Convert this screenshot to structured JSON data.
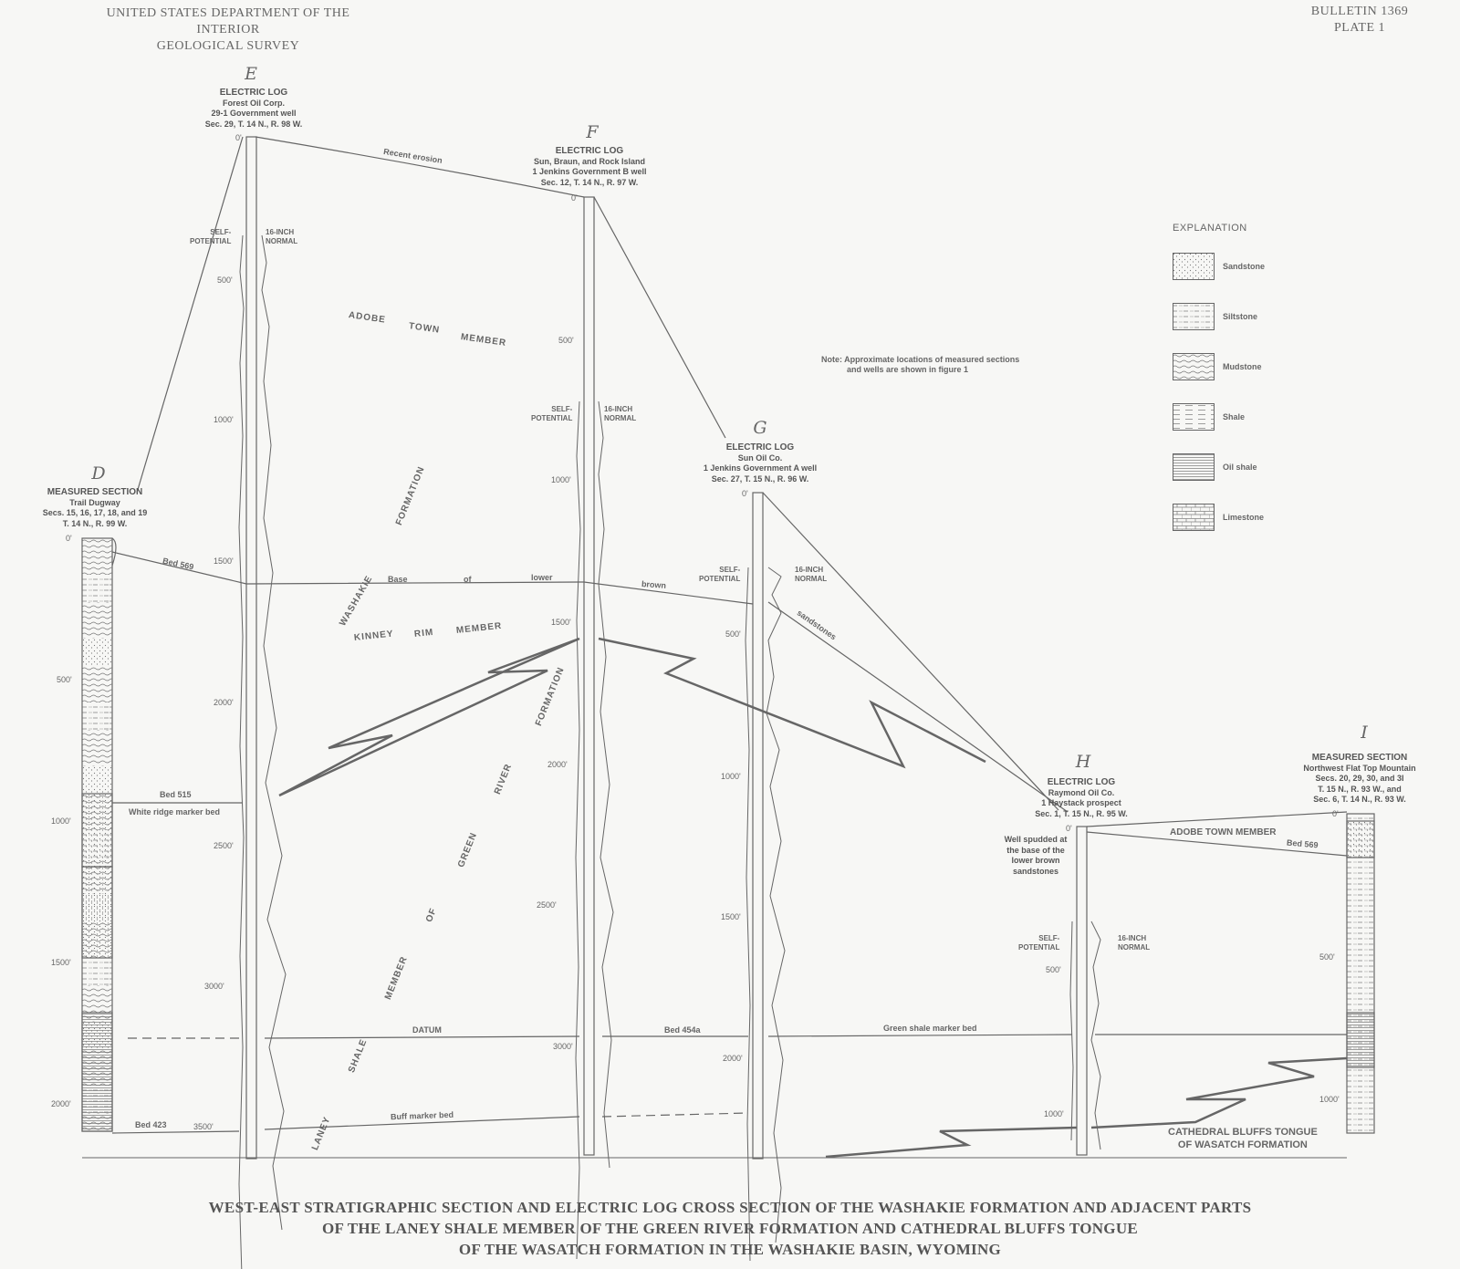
{
  "header": {
    "agency_line1": "UNITED STATES DEPARTMENT OF THE INTERIOR",
    "agency_line2": "GEOLOGICAL SURVEY",
    "bulletin": "BULLETIN 1369",
    "plate": "PLATE 1"
  },
  "wells": [
    {
      "id": "D",
      "type": "MEASURED SECTION",
      "name": "Trail Dugway",
      "loc1": "Secs. 15, 16, 17, 18, and 19",
      "loc2": "T. 14 N., R. 99 W.",
      "depths": [
        "0'",
        "500'",
        "1000'",
        "1500'",
        "2000'"
      ]
    },
    {
      "id": "E",
      "type": "ELECTRIC LOG",
      "name": "Forest Oil Corp.",
      "loc1": "29-1 Government well",
      "loc2": "Sec. 29, T. 14 N., R. 98 W.",
      "depths": [
        "0'",
        "500'",
        "1000'",
        "1500'",
        "2000'",
        "2500'",
        "3000'",
        "3500'"
      ]
    },
    {
      "id": "F",
      "type": "ELECTRIC LOG",
      "name": "Sun, Braun, and Rock Island",
      "loc1": "1 Jenkins Government B well",
      "loc2": "Sec. 12, T. 14 N., R. 97 W.",
      "depths": [
        "0'",
        "500'",
        "1000'",
        "1500'",
        "2000'",
        "2500'",
        "3000'"
      ]
    },
    {
      "id": "G",
      "type": "ELECTRIC LOG",
      "name": "Sun Oil Co.",
      "loc1": "1 Jenkins Government A well",
      "loc2": "Sec. 27, T. 15 N., R. 96 W.",
      "depths": [
        "0'",
        "500'",
        "1000'",
        "1500'",
        "2000'"
      ]
    },
    {
      "id": "H",
      "type": "ELECTRIC LOG",
      "name": "Raymond Oil Co.",
      "loc1": "1 Haystack prospect",
      "loc2": "Sec. 1, T. 15 N., R. 95 W.",
      "depths": [
        "0'",
        "500'",
        "1000'"
      ],
      "note": [
        "Well spudded at",
        "the base of the",
        "lower brown",
        "sandstones"
      ]
    },
    {
      "id": "I",
      "type": "MEASURED SECTION",
      "name": "Northwest Flat Top Mountain",
      "loc1": "Secs. 20, 29, 30, and 3I",
      "loc2": "T. 15 N., R. 93 W., and",
      "loc3": "Sec. 6, T. 14 N., R. 93 W.",
      "depths": [
        "0'",
        "500'",
        "1000'"
      ]
    }
  ],
  "log_labels": {
    "sp": [
      "SELF-",
      "POTENTIAL"
    ],
    "normal": [
      "16-INCH",
      "NORMAL"
    ]
  },
  "units": {
    "adobe": [
      "ADOBE",
      "TOWN",
      "MEMBER"
    ],
    "washakie": "WASHAKIE",
    "formation1": "FORMATION",
    "kinney": [
      "KINNEY",
      "RIM",
      "MEMBER"
    ],
    "laney_words": [
      "LANEY",
      "SHALE",
      "MEMBER",
      "OF",
      "GREEN",
      "RIVER",
      "FORMATION"
    ],
    "adobe_east": "ADOBE TOWN MEMBER",
    "cathedral1": "CATHEDRAL BLUFFS TONGUE",
    "cathedral2": "OF WASATCH FORMATION"
  },
  "markers": {
    "recent_erosion": "Recent erosion",
    "bed569": "Bed 569",
    "base_words": [
      "Base",
      "of",
      "lower",
      "brown",
      "sandstones"
    ],
    "bed515": "Bed 515",
    "white_ridge": "White ridge marker bed",
    "datum": "DATUM",
    "bed454a": "Bed 454a",
    "green_shale": "Green shale marker bed",
    "buff": "Buff marker bed",
    "bed423": "Bed 423"
  },
  "note": [
    "Note: Approximate locations of measured sections",
    "and wells are shown in figure 1"
  ],
  "legend": {
    "title": "EXPLANATION",
    "items": [
      {
        "label": "Sandstone",
        "pattern": "sandstone"
      },
      {
        "label": "Siltstone",
        "pattern": "siltstone"
      },
      {
        "label": "Mudstone",
        "pattern": "mudstone"
      },
      {
        "label": "Shale",
        "pattern": "shale"
      },
      {
        "label": "Oil shale",
        "pattern": "oilshale"
      },
      {
        "label": "Limestone",
        "pattern": "limestone"
      }
    ]
  },
  "title": [
    "WEST-EAST STRATIGRAPHIC SECTION AND ELECTRIC LOG CROSS SECTION OF THE WASHAKIE FORMATION AND ADJACENT PARTS",
    "OF THE LANEY SHALE MEMBER OF THE GREEN RIVER FORMATION AND CATHEDRAL BLUFFS TONGUE",
    "OF THE WASATCH FORMATION IN THE WASHAKIE BASIN, WYOMING"
  ]
}
